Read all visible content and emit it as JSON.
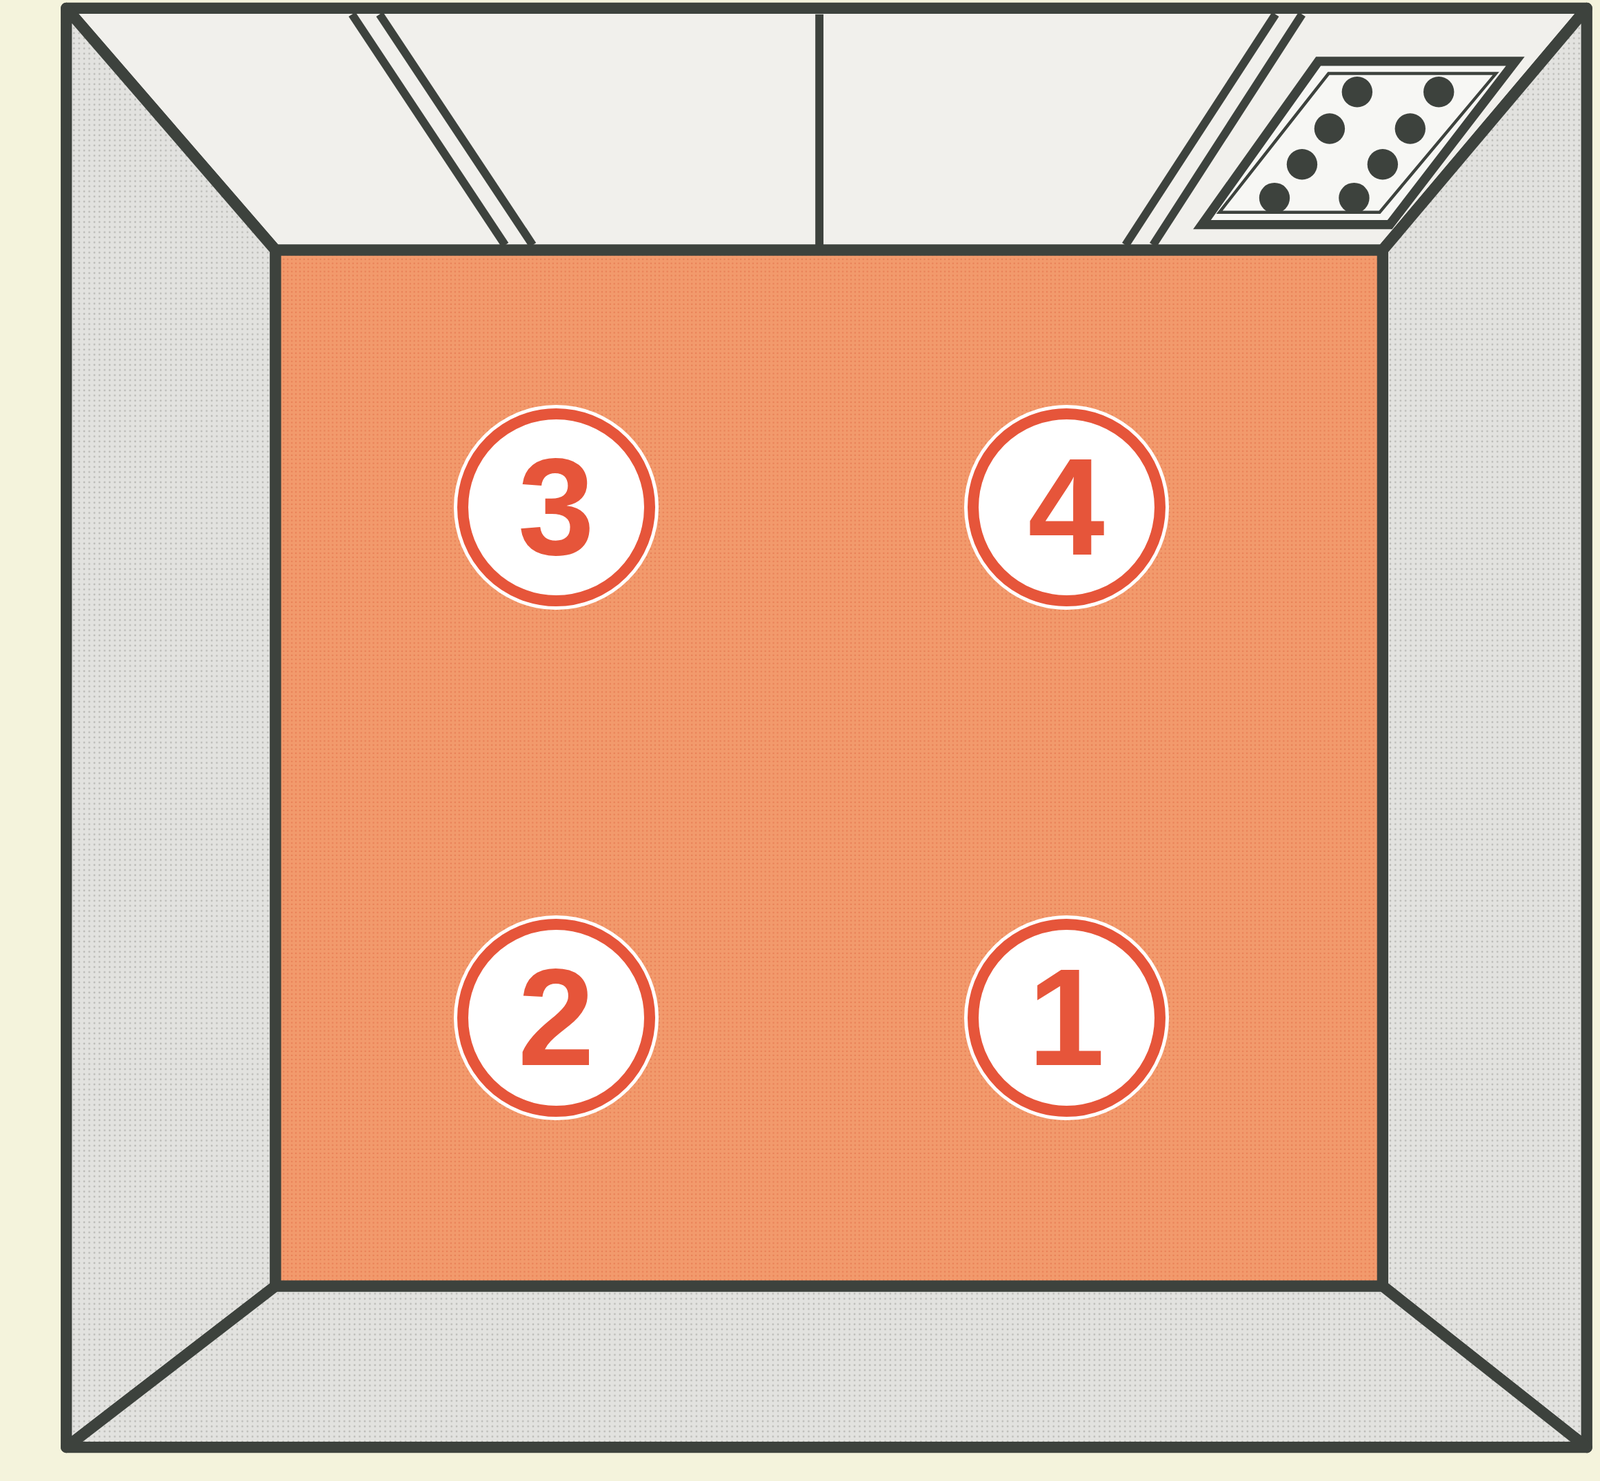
{
  "diagram": {
    "nodes": [
      {
        "text": [
          "3"
        ]
      },
      {
        "text": [
          "4"
        ]
      },
      {
        "text": [
          "2"
        ]
      },
      {
        "text": [
          "1"
        ]
      }
    ]
  }
}
